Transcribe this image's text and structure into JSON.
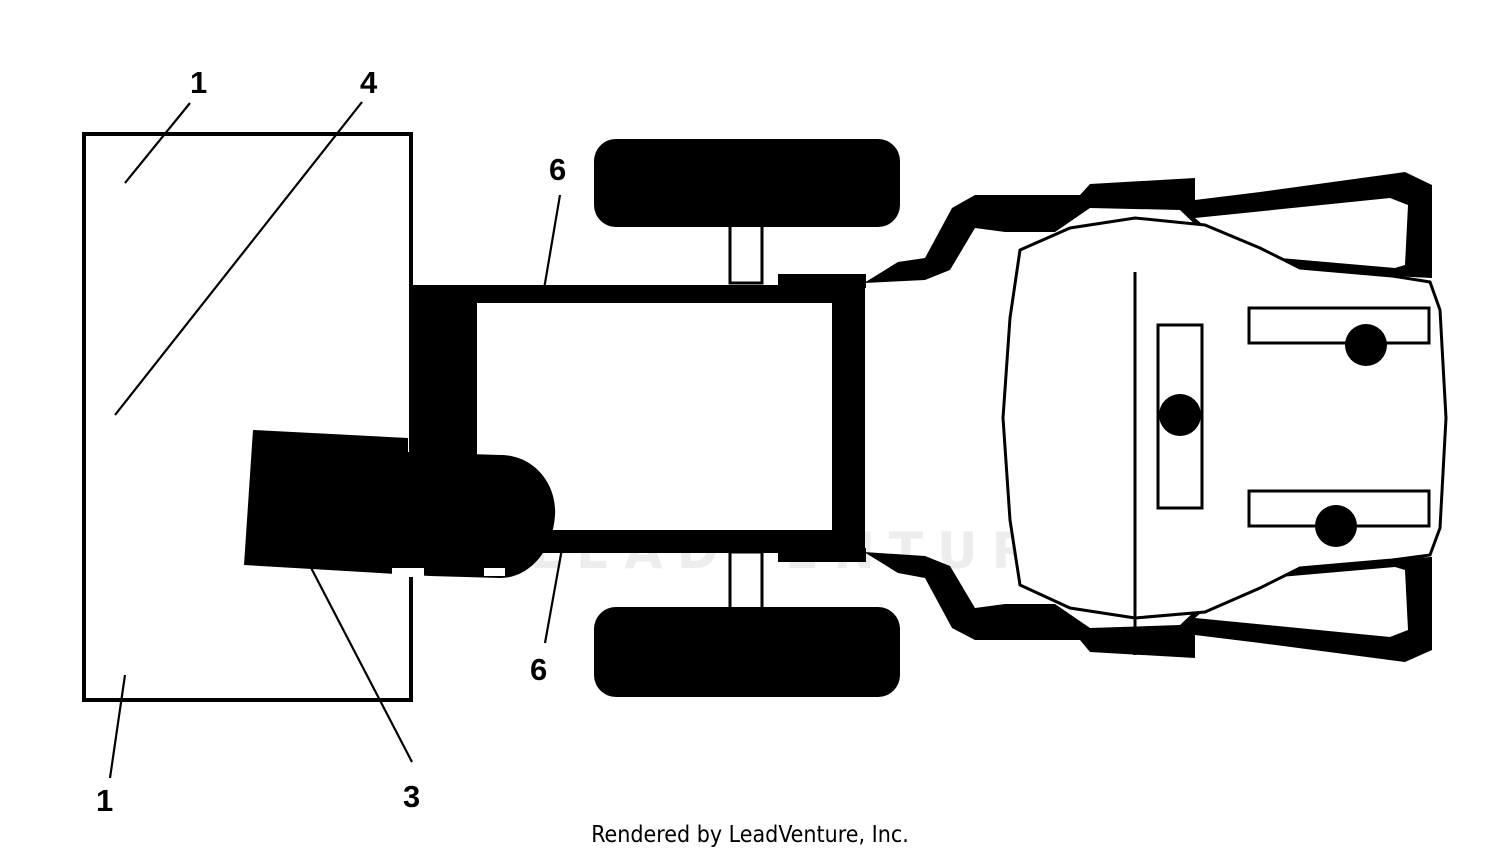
{
  "callouts": {
    "one_top": "1",
    "four": "4",
    "six_top": "6",
    "six_bottom": "6",
    "one_bottom": "1",
    "three": "3"
  },
  "watermark": {
    "text": "LEADVENTURE"
  },
  "footer": {
    "credit": "Rendered by LeadVenture, Inc."
  },
  "colors": {
    "ink": "#000000",
    "background": "#ffffff"
  }
}
